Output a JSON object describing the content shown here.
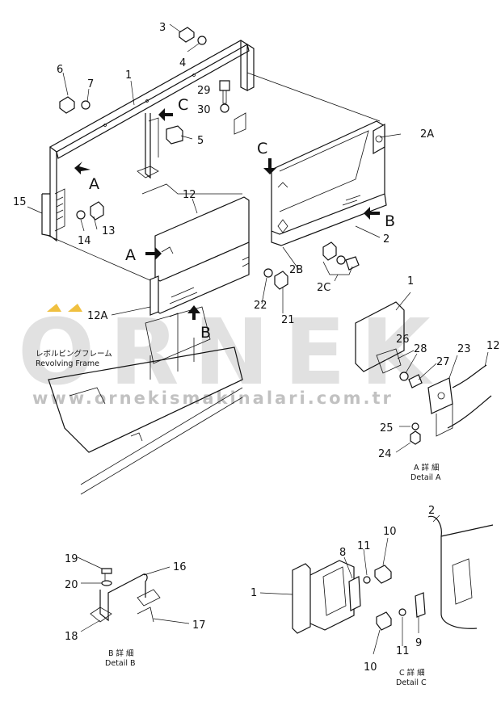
{
  "watermark": {
    "brand": "ORNEK",
    "url": "www.ornekismakinalari.com.tr",
    "accent_color": "#f0c040"
  },
  "frame_label": {
    "japanese": "レボルビングフレーム",
    "english": "Revolving  Frame"
  },
  "view_labels": {
    "a_left": "A",
    "a_panel": "A",
    "b_right": "B",
    "b_bottom": "B",
    "c_top": "C",
    "c_right": "C"
  },
  "callouts": {
    "n1_top": "1",
    "n2_panel": "2",
    "n2a": "2A",
    "n2b": "2B",
    "n2c": "2C",
    "n3": "3",
    "n4": "4",
    "n5": "5",
    "n6": "6",
    "n7": "7",
    "n12": "12",
    "n12a": "12A",
    "n13": "13",
    "n14": "14",
    "n15": "15",
    "n21": "21",
    "n22": "22",
    "n29": "29",
    "n30": "30",
    "da_1": "1",
    "da_12": "12",
    "da_23": "23",
    "da_24": "24",
    "da_25": "25",
    "da_26": "26",
    "da_27": "27",
    "da_28": "28",
    "db_16": "16",
    "db_17": "17",
    "db_18": "18",
    "db_19": "19",
    "db_20": "20",
    "dc_1": "1",
    "dc_2": "2",
    "dc_8": "8",
    "dc_9": "9",
    "dc_10a": "10",
    "dc_10b": "10",
    "dc_11a": "11",
    "dc_11b": "11"
  },
  "details": {
    "a": {
      "jp": "A  詳 細",
      "en": "Detail  A"
    },
    "b": {
      "jp": "B  詳 細",
      "en": "Detail  B"
    },
    "c": {
      "jp": "C  詳 細",
      "en": "Detail  C"
    }
  }
}
